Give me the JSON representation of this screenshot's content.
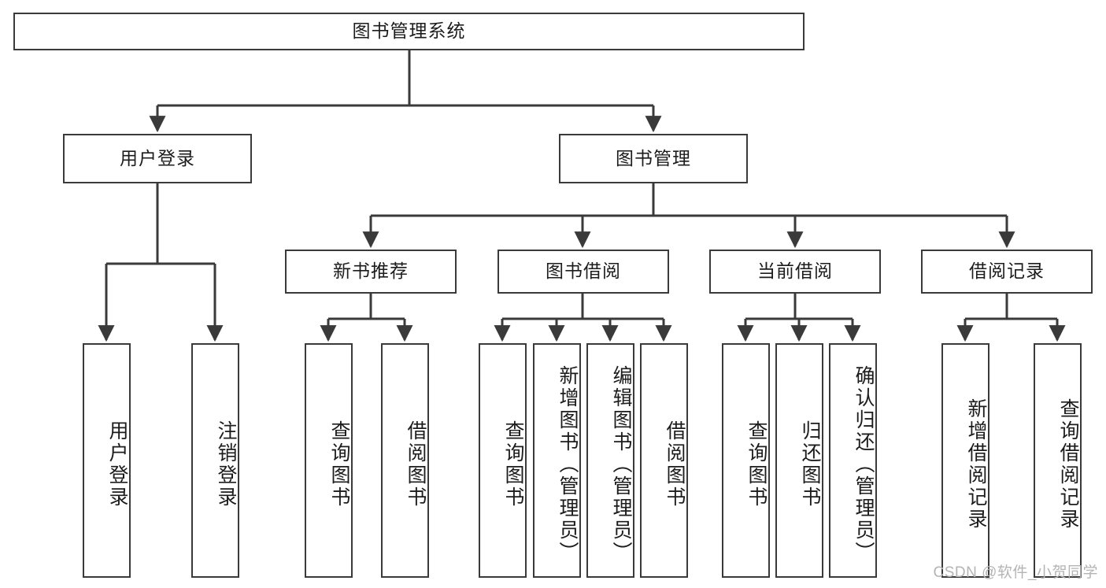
{
  "diagram": {
    "type": "tree-hierarchy-chart",
    "title": "图书管理系统",
    "stroke_color": "#3a3a3a",
    "background_color": "#ffffff",
    "nodes": {
      "root": {
        "label": "图书管理系统",
        "level": 1
      },
      "l2": [
        {
          "id": "user-login",
          "label": "用户登录"
        },
        {
          "id": "book-manage",
          "label": "图书管理"
        }
      ],
      "l3": [
        {
          "id": "new-book-recommend",
          "label": "新书推荐"
        },
        {
          "id": "book-borrow",
          "label": "图书借阅"
        },
        {
          "id": "current-borrow",
          "label": "当前借阅"
        },
        {
          "id": "borrow-record",
          "label": "借阅记录"
        }
      ],
      "leaves": {
        "user_login": [
          {
            "id": "leaf-user-login",
            "label": "用户登录"
          },
          {
            "id": "leaf-logout-login",
            "label": "注销登录"
          }
        ],
        "new_book_recommend": [
          {
            "id": "leaf-query-book-1",
            "label": "查询图书"
          },
          {
            "id": "leaf-borrow-book-1",
            "label": "借阅图书"
          }
        ],
        "book_borrow": [
          {
            "id": "leaf-query-book-2",
            "label": "查询图书"
          },
          {
            "id": "leaf-add-book",
            "label": "新增图书（管理员）"
          },
          {
            "id": "leaf-edit-book",
            "label": "编辑图书（管理员）"
          },
          {
            "id": "leaf-borrow-book-2",
            "label": "借阅图书"
          }
        ],
        "current_borrow": [
          {
            "id": "leaf-query-book-3",
            "label": "查询图书"
          },
          {
            "id": "leaf-return-book",
            "label": "归还图书"
          },
          {
            "id": "leaf-confirm-return",
            "label": "确认归还（管理员）"
          }
        ],
        "borrow_record": [
          {
            "id": "leaf-add-borrow-record",
            "label": "新增借阅记录"
          },
          {
            "id": "leaf-query-borrow-record",
            "label": "查询借阅记录"
          }
        ]
      }
    }
  },
  "watermark": {
    "text": "CSDN @软件_小贺同学",
    "color": "#b4b4b4"
  }
}
